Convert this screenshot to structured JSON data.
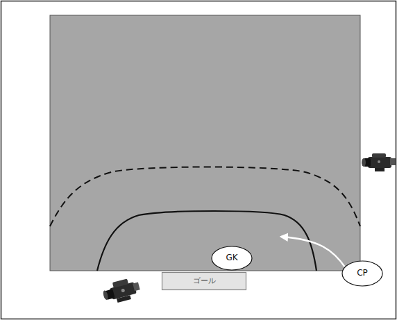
{
  "diagram": {
    "nodes": [
      {
        "text": [
          "GK"
        ]
      },
      {
        "text": [
          "ゴール"
        ]
      },
      {
        "text": [
          "CP"
        ]
      }
    ]
  }
}
